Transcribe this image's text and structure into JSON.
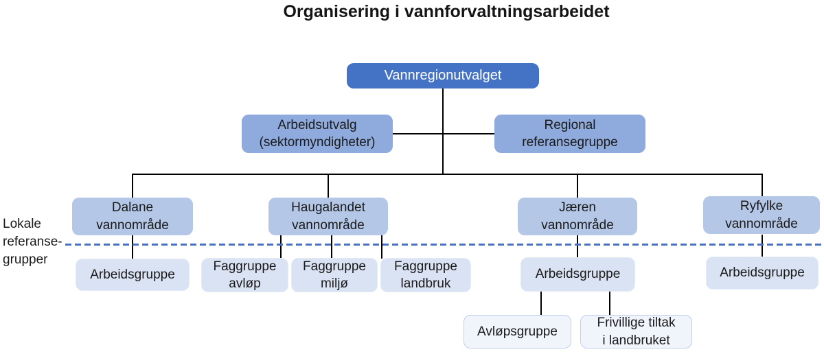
{
  "title": "Organisering i vannforvaltningsarbeidet",
  "annotation": {
    "lokale_label": "Lokale\nreferanse-\ngrupper"
  },
  "nodes": {
    "vannregionutvalget": {
      "label": "Vannregionutvalget",
      "level": 1
    },
    "arbeidsutvalg": {
      "label": "Arbeidsutvalg\n(sektormyndigheter)",
      "level": 2
    },
    "regional_referansegruppe": {
      "label": "Regional\nreferansegruppe",
      "level": 2
    },
    "dalane": {
      "label": "Dalane\nvannområde",
      "level": 3
    },
    "haugalandet": {
      "label": "Haugalandet\nvannområde",
      "level": 3
    },
    "jaeren": {
      "label": "Jæren\nvannområde",
      "level": 3
    },
    "ryfylke": {
      "label": "Ryfylke\nvannområde",
      "level": 3
    },
    "arbeidsgruppe_dalane": {
      "label": "Arbeidsgruppe",
      "level": 4
    },
    "faggruppe_avlop": {
      "label": "Faggruppe\navløp",
      "level": 4
    },
    "faggruppe_miljo": {
      "label": "Faggruppe\nmiljø",
      "level": 4
    },
    "faggruppe_landbruk": {
      "label": "Faggruppe\nlandbruk",
      "level": 4
    },
    "arbeidsgruppe_jaeren": {
      "label": "Arbeidsgruppe",
      "level": 4
    },
    "arbeidsgruppe_ryfylke": {
      "label": "Arbeidsgruppe",
      "level": 4
    },
    "avlopsgruppe": {
      "label": "Avløpsgruppe",
      "level": 5
    },
    "frivillige_tiltak": {
      "label": "Frivillige tiltak\ni landbruket",
      "level": 5
    }
  },
  "colors": {
    "level1_fill": "#4472C4",
    "level1_text": "#ffffff",
    "level2_fill": "#8FAADC",
    "level3_fill": "#B4C7E7",
    "level4_fill": "#DAE3F3",
    "level5_fill": "#F0F4FB",
    "level5_border": "#c3cfe8",
    "connector": "#000000",
    "dashed_divider": "#4472C4",
    "text": "#1a1a1a"
  }
}
